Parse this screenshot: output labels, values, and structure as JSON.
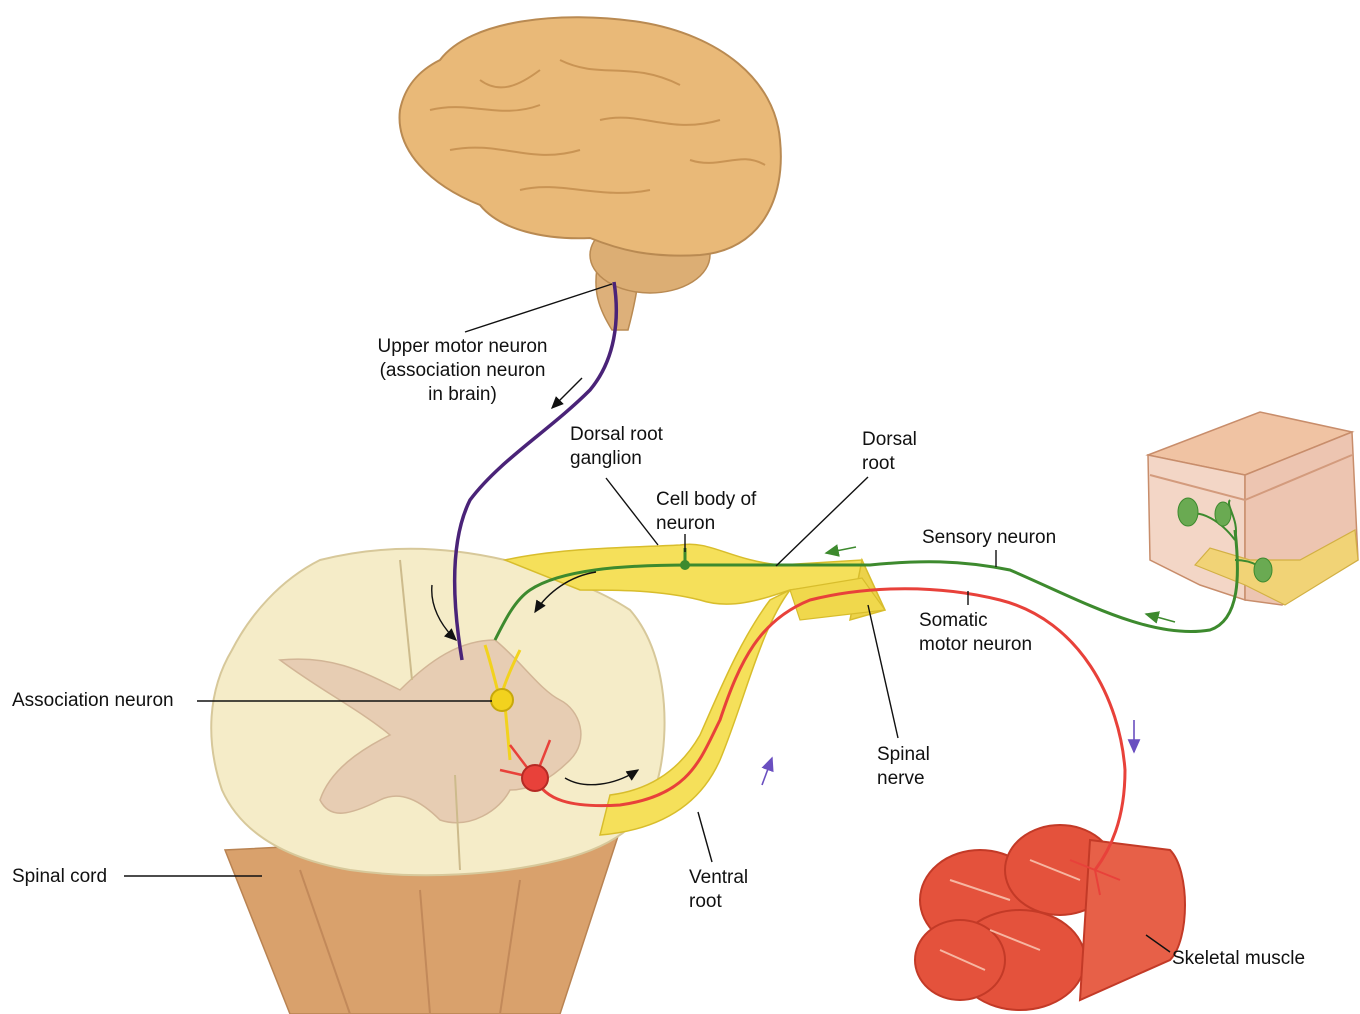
{
  "labels": {
    "upper_motor_neuron": [
      "Upper motor neuron",
      "(association neuron",
      "in brain)"
    ],
    "dorsal_root_ganglion": [
      "Dorsal root",
      "ganglion"
    ],
    "cell_body_of_neuron": [
      "Cell body of",
      "neuron"
    ],
    "dorsal_root": [
      "Dorsal",
      "root"
    ],
    "sensory_neuron": "Sensory neuron",
    "somatic_motor_neuron": [
      "Somatic",
      "motor neuron"
    ],
    "association_neuron": "Association neuron",
    "spinal_nerve": [
      "Spinal",
      "nerve"
    ],
    "ventral_root": [
      "Ventral",
      "root"
    ],
    "spinal_cord": "Spinal cord",
    "skeletal_muscle": "Skeletal muscle"
  },
  "colors": {
    "upper_motor_neuron": "#4a2378",
    "sensory_neuron": "#3d8a2e",
    "somatic_motor_neuron": "#e8413a",
    "association_neuron": "#f2d21e",
    "nerve": "#f5e05a",
    "brain": "#e9b978",
    "spinal_cord": "#f5ecc8",
    "gray_matter": "#e7cdb3",
    "muscle": "#e4523c",
    "skin": "#f1cdb7"
  }
}
